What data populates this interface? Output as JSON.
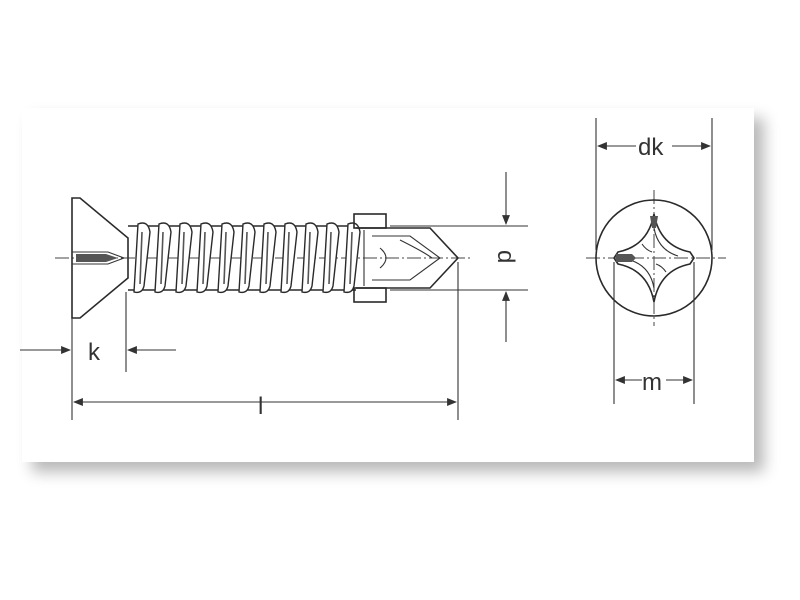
{
  "drawing": {
    "labels": {
      "head_height": "k",
      "length": "l",
      "diameter": "d",
      "head_diameter": "dk",
      "recess": "m"
    }
  }
}
